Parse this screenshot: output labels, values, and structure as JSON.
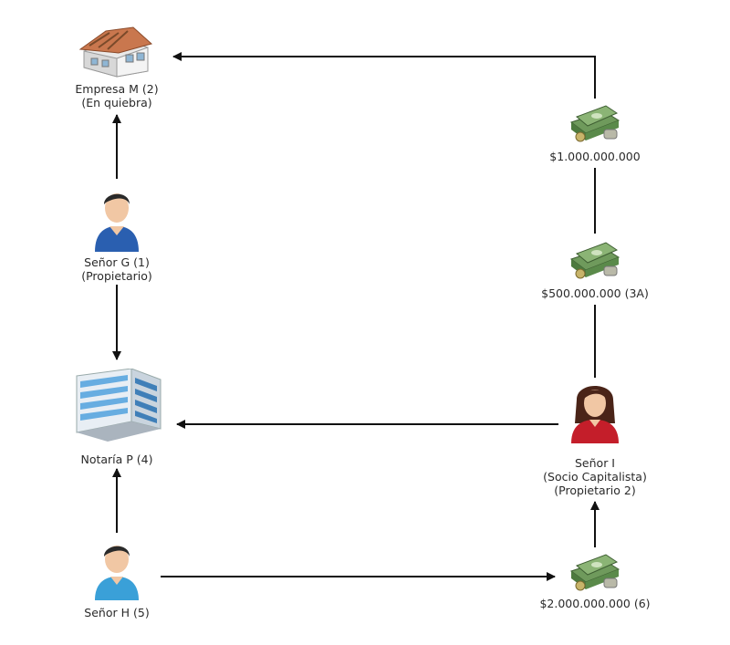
{
  "nodes": {
    "empresa_m": {
      "lines": [
        "Empresa M (2)",
        "(En quiebra)"
      ],
      "icon": "house-under-construction-icon"
    },
    "senor_g": {
      "lines": [
        "Señor G (1)",
        "(Propietario)"
      ],
      "icon": "man-avatar-icon"
    },
    "notaria_p": {
      "lines": [
        "Notaría P (4)"
      ],
      "icon": "office-building-icon"
    },
    "senor_h": {
      "lines": [
        "Señor H (5)"
      ],
      "icon": "man-avatar-icon"
    },
    "senor_i": {
      "lines": [
        "Señor I",
        "(Socio Capitalista)",
        "(Propietario 2)"
      ],
      "icon": "woman-avatar-icon"
    },
    "money_1000": {
      "lines": [
        "$1.000.000.000"
      ],
      "icon": "money-stack-icon"
    },
    "money_500": {
      "lines": [
        "$500.000.000 (3A)"
      ],
      "icon": "money-stack-icon"
    },
    "money_2000": {
      "lines": [
        "$2.000.000.000 (6)"
      ],
      "icon": "money-stack-icon"
    }
  },
  "edges": [
    {
      "from": "senor_g",
      "to": "empresa_m"
    },
    {
      "from": "senor_g",
      "to": "notaria_p"
    },
    {
      "from": "senor_h",
      "to": "notaria_p"
    },
    {
      "from": "senor_h",
      "to": "money_2000"
    },
    {
      "from": "money_2000",
      "to": "senor_i"
    },
    {
      "from": "senor_i",
      "to": "notaria_p"
    },
    {
      "from": "senor_i",
      "to": "money_500"
    },
    {
      "from": "money_500",
      "to": "money_1000"
    },
    {
      "from": "money_1000",
      "to": "empresa_m"
    }
  ],
  "colors": {
    "arrow": "#111111",
    "man_shirt_blue": "#2a5fb0",
    "man_shirt_light": "#3aa0d8",
    "woman_shirt": "#c41e2a",
    "money_green": "#5a8a4a",
    "building_glass": "#5aa7e0"
  }
}
